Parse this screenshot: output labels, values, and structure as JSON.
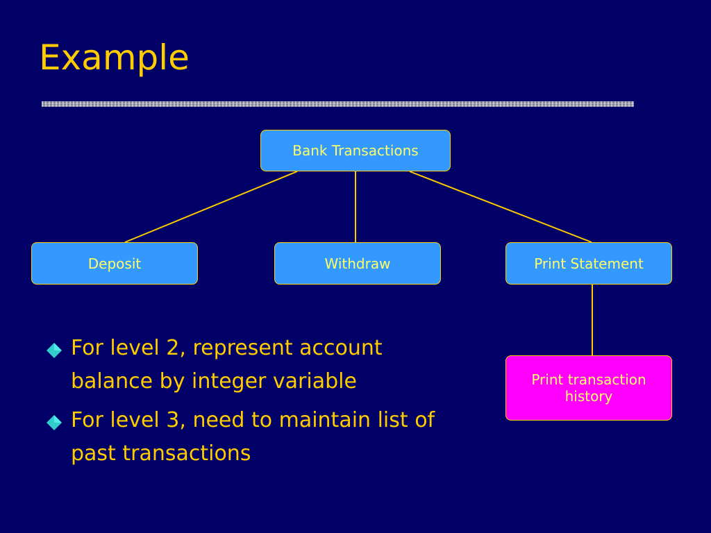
{
  "slide": {
    "title": "Example"
  },
  "diagram": {
    "nodes": {
      "root": "Bank Transactions",
      "deposit": "Deposit",
      "withdraw": "Withdraw",
      "print_statement": "Print Statement",
      "print_history": "Print transaction history"
    },
    "edges": [
      [
        "root",
        "deposit"
      ],
      [
        "root",
        "withdraw"
      ],
      [
        "root",
        "print_statement"
      ],
      [
        "print_statement",
        "print_history"
      ]
    ],
    "colors": {
      "background": "#000066",
      "node_fill": "#3399FF",
      "highlight_fill": "#FF00FF",
      "connector": "#FFCC00",
      "text": "#FFFF66"
    }
  },
  "bullets": {
    "icon": "diamond-bullet-icon",
    "items": [
      "For level 2, represent account balance by integer variable",
      "For level 3, need to maintain list of past transactions"
    ]
  }
}
